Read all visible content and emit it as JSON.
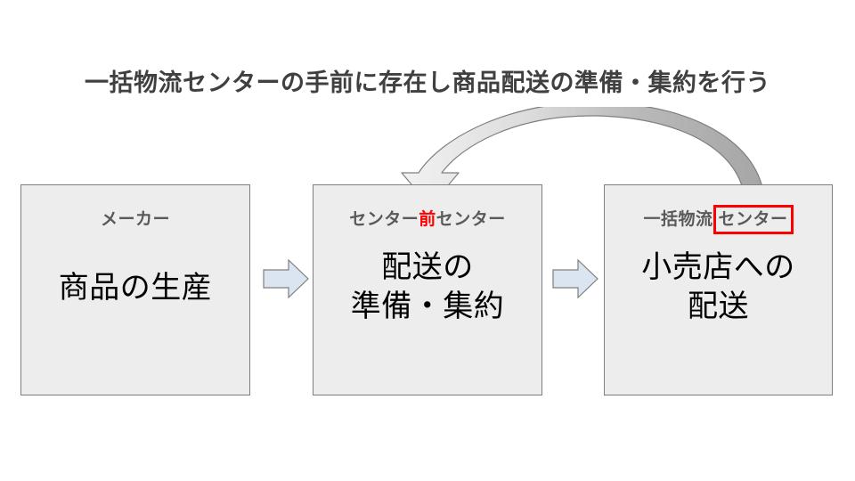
{
  "title": {
    "text": "一括物流センターの手前に存在し商品配送の準備・集約を行う",
    "color": "#404040"
  },
  "colors": {
    "box_fill": "#ededed",
    "box_border": "#7f7f7f",
    "label_text": "#595959",
    "body_text": "#000000",
    "accent_red": "#ff0000",
    "mini_arrow_fill": "#dbe5f1",
    "mini_arrow_border": "#7f7f7f",
    "curved_arrow_fill_light": "#f2f2f2",
    "curved_arrow_fill_dark": "#a6a6a6",
    "curved_arrow_border": "#7f7f7f",
    "canvas_background": "#ffffff"
  },
  "boxes": [
    {
      "label_plain": "メーカー",
      "label_pre": "メーカー",
      "label_accent": "",
      "label_post": "",
      "accent_style": "none",
      "body_line1": "商品の生産",
      "body_line2": ""
    },
    {
      "label_plain": "センター前センター",
      "label_pre": "センター",
      "label_accent": "前",
      "label_post": "センター",
      "accent_style": "red-text",
      "body_line1": "配送の",
      "body_line2": "準備・集約"
    },
    {
      "label_plain": "一括物流センター",
      "label_pre": "一括物流",
      "label_accent": "センター",
      "label_post": "",
      "accent_style": "red-outline-box",
      "body_line1": "小売店への",
      "body_line2": "配送"
    }
  ],
  "mini_arrows": [
    {
      "name": "maker-to-mae-center",
      "direction": "right"
    },
    {
      "name": "mae-center-to-ikkatsu-center",
      "direction": "right"
    }
  ],
  "curved_arrow": {
    "name": "ikkatsu-center-to-mae-center",
    "direction": "right-to-left",
    "description": "一括物流センターからセンター前センターへ向かう曲線矢印"
  }
}
